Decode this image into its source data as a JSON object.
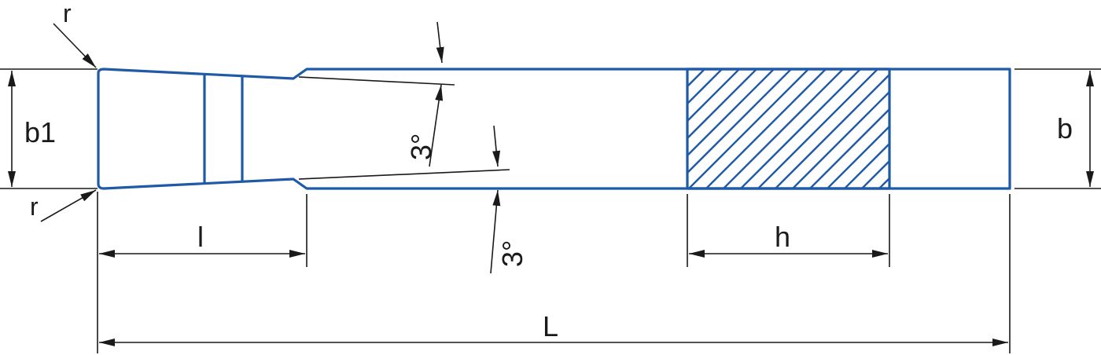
{
  "colors": {
    "part": "#1f5aa6",
    "dimension": "#1a1a1a"
  },
  "labels": {
    "b1": "b1",
    "b": "b",
    "l": "l",
    "h": "h",
    "L": "L",
    "r_top": "r",
    "r_bottom": "r",
    "angle_top": "3°",
    "angle_bottom": "3°"
  }
}
